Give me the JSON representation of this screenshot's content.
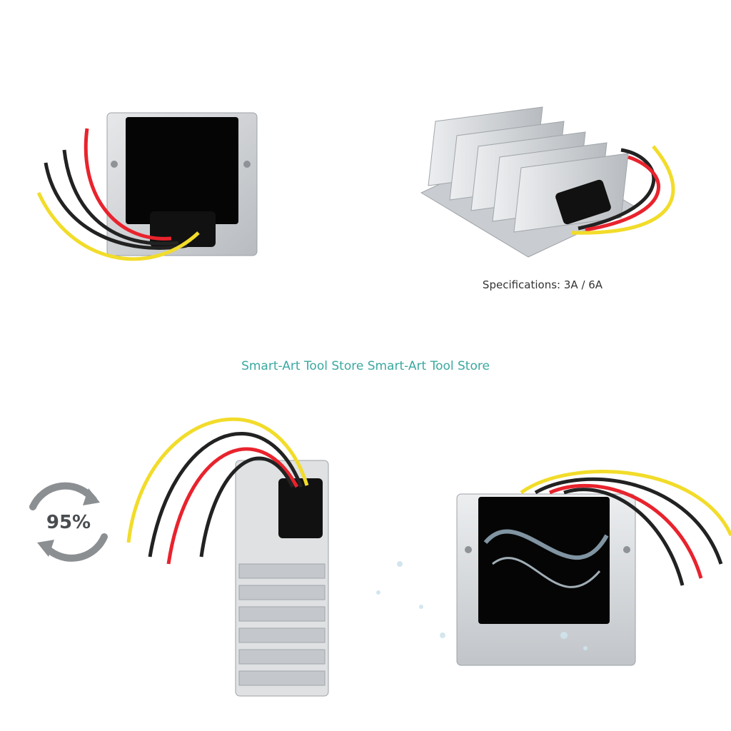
{
  "specifications": {
    "text": "Specifications: 3A / 6A"
  },
  "watermark": {
    "text": "Smart-Art Tool Store Smart-Art Tool Store",
    "color": "#3aa8a0"
  },
  "efficiency_badge": {
    "value": "95%"
  },
  "colors": {
    "wire_red": "#e8232d",
    "wire_black": "#222222",
    "wire_yellow": "#f2dc2a",
    "aluminum": "#d6d8da",
    "aluminum_dark": "#a9adb1",
    "black_face": "#050505"
  }
}
